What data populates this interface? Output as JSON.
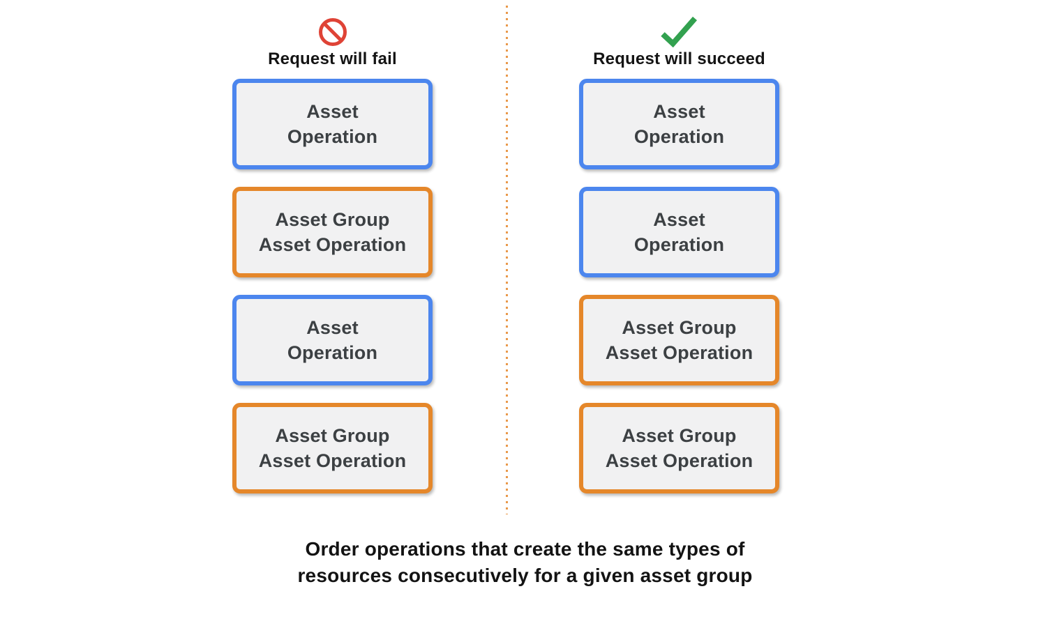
{
  "colors": {
    "blue": "#4c86ee",
    "orange": "#e5872a",
    "red": "#df4336",
    "green": "#32a14f",
    "box-fill": "#f1f1f2",
    "box-text": "#3c4043",
    "divider": "#e9994b",
    "header-text": "#141414",
    "caption-text": "#131313"
  },
  "fail_column": {
    "icon": "prohibited-icon",
    "header": "Request will fail",
    "boxes": [
      {
        "style": "blue",
        "lines": [
          "Asset",
          "Operation"
        ]
      },
      {
        "style": "orange",
        "lines": [
          "Asset Group",
          "Asset Operation"
        ]
      },
      {
        "style": "blue",
        "lines": [
          "Asset",
          "Operation"
        ]
      },
      {
        "style": "orange",
        "lines": [
          "Asset Group",
          "Asset Operation"
        ]
      }
    ]
  },
  "succeed_column": {
    "icon": "check-icon",
    "header": "Request will succeed",
    "boxes": [
      {
        "style": "blue",
        "lines": [
          "Asset",
          "Operation"
        ]
      },
      {
        "style": "blue",
        "lines": [
          "Asset",
          "Operation"
        ]
      },
      {
        "style": "orange",
        "lines": [
          "Asset Group",
          "Asset Operation"
        ]
      },
      {
        "style": "orange",
        "lines": [
          "Asset Group",
          "Asset Operation"
        ]
      }
    ]
  },
  "caption": {
    "line1": "Order operations that create the same types of",
    "line2": "resources consecutively for a given asset group"
  }
}
